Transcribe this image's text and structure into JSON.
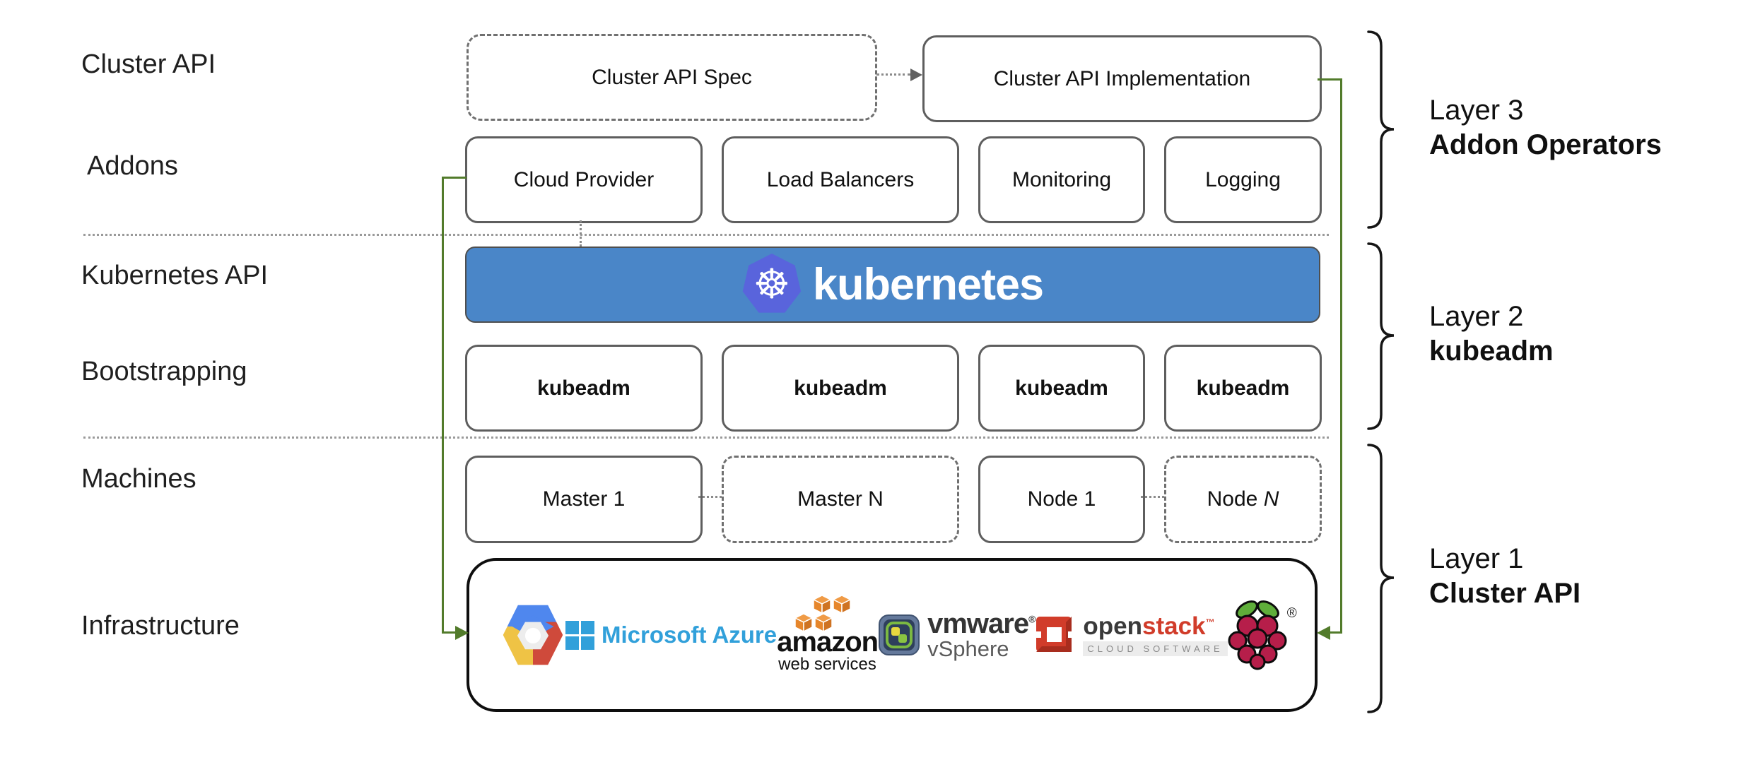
{
  "row_labels": {
    "cluster_api": "Cluster API",
    "addons": "Addons",
    "kubernetes_api": "Kubernetes API",
    "bootstrapping": "Bootstrapping",
    "machines": "Machines",
    "infrastructure": "Infrastructure"
  },
  "top_row": {
    "spec": "Cluster API Spec",
    "implementation": "Cluster API Implementation"
  },
  "addons": [
    "Cloud Provider",
    "Load Balancers",
    "Monitoring",
    "Logging"
  ],
  "kubernetes_banner": {
    "wordmark": "kubernetes",
    "wheel_glyph": "☸"
  },
  "bootstrapping": [
    "kubeadm",
    "kubeadm",
    "kubeadm",
    "kubeadm"
  ],
  "machines": [
    {
      "label": "Master 1",
      "suffix": ""
    },
    {
      "label": "Master N",
      "suffix": ""
    },
    {
      "label": "Node 1",
      "suffix": ""
    },
    {
      "label": "Node ",
      "suffix": "N"
    }
  ],
  "infrastructure_logos": {
    "google_cloud": {
      "name": "Google Cloud Platform"
    },
    "microsoft_azure": {
      "text": "Microsoft Azure"
    },
    "amazon_web_services": {
      "text": "amazon",
      "subtext": "web services"
    },
    "vmware_vsphere": {
      "text": "vmware",
      "reg": "®",
      "subtext": "vSphere"
    },
    "openstack": {
      "text_open": "open",
      "text_stack": "stack",
      "tm": "™",
      "subtext": "CLOUD SOFTWARE"
    },
    "raspberry_pi": {
      "reg": "®"
    }
  },
  "layers": [
    {
      "line1": "Layer 3",
      "line2": "Addon Operators"
    },
    {
      "line1": "Layer 2",
      "line2": "kubeadm"
    },
    {
      "line1": "Layer 1",
      "line2": "Cluster API"
    }
  ],
  "colors": {
    "banner_blue": "#4A86C8",
    "k8s_logo_blue": "#5964DC",
    "flow_green": "#527B2B",
    "azure_blue": "#31A0DA",
    "aws_orange": "#E6862B",
    "openstack_red": "#D13C2A",
    "raspberry_red": "#B61E4A",
    "leaf_green": "#5FAE3A",
    "border_gray": "#5E5E5E"
  }
}
